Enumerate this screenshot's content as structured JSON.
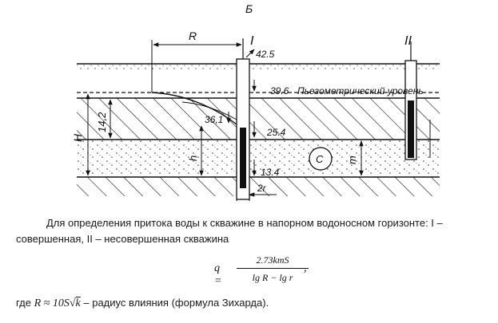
{
  "figure": {
    "letter": "Б",
    "well_labels": {
      "well1": "I",
      "well2": "II"
    },
    "dims": {
      "R": "R",
      "H": "H",
      "h": "h",
      "m": "m",
      "two_r": "2r",
      "thickness": "14,2"
    },
    "levels": {
      "l42": "42.5",
      "l39": "39.6",
      "l36": "36,1",
      "l25": "25.4",
      "l13": "13.4"
    },
    "piezometric_label": "Пьезометрический уровень",
    "circle_label": "С"
  },
  "caption": {
    "line1": "Для определения притока воды к скважине в напорном водоносном горизонте: I –",
    "line2": "совершенная, II – несовершенная скважина"
  },
  "formula": {
    "lhs": "q =",
    "numerator": "2.73kmS",
    "denominator": "lg R − lg r",
    "tail": ","
  },
  "note": {
    "prefix": "где",
    "expr_left": "R ≈ 10S",
    "sqrt_arg": "k",
    "suffix": " – радиус влияния (формула Зихарда)."
  },
  "colors": {
    "ink": "#111111",
    "paper": "#ffffff"
  }
}
